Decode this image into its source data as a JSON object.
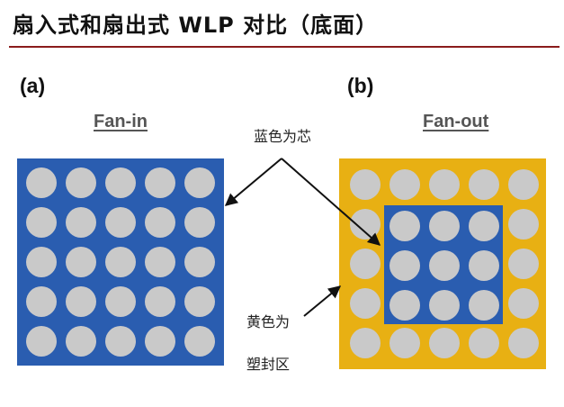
{
  "title": "扇入式和扇出式 WLP 对比（底面）",
  "colors": {
    "blue": "#2a5db0",
    "yellow": "#e8b013",
    "ball": "#c9c9c9",
    "title_rule": "#8a1c1c",
    "heading": "#555555"
  },
  "panels": [
    {
      "label": "(a)",
      "heading": "Fan-in"
    },
    {
      "label": "(b)",
      "heading": "Fan-out"
    }
  ],
  "annotations": {
    "chip": "蓝色为芯",
    "mold_line1": "黄色为",
    "mold_line2": "塑封区"
  },
  "ball_grid": {
    "fan_in": {
      "rows": 5,
      "cols": 5
    },
    "fan_out": {
      "rows": 5,
      "cols": 5,
      "core_rows": 3,
      "core_cols": 3
    }
  }
}
